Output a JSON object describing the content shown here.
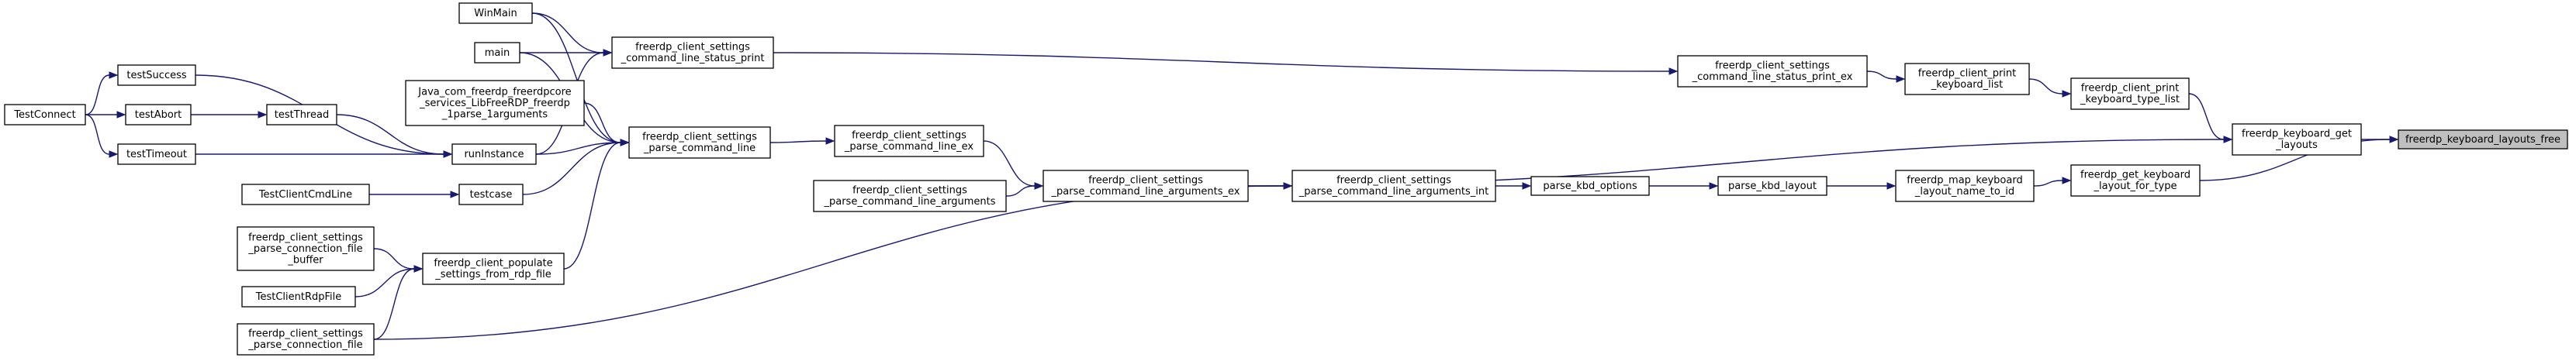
{
  "graph": {
    "edge_color": "#191970",
    "root_fill": "#bfbfbf",
    "nodes": [
      {
        "id": "root",
        "lines": [
          "freerdp_keyboard_layouts_free"
        ],
        "root": true
      },
      {
        "id": "get_layouts",
        "lines": [
          "freerdp_keyboard_get",
          "_layouts"
        ]
      },
      {
        "id": "get_layout_for_type",
        "lines": [
          "freerdp_get_keyboard",
          "_layout_for_type"
        ]
      },
      {
        "id": "print_type_list",
        "lines": [
          "freerdp_client_print",
          "_keyboard_type_list"
        ]
      },
      {
        "id": "print_list",
        "lines": [
          "freerdp_client_print",
          "_keyboard_list"
        ]
      },
      {
        "id": "status_print_ex",
        "lines": [
          "freerdp_client_settings",
          "_command_line_status_print_ex"
        ]
      },
      {
        "id": "map_name_to_id",
        "lines": [
          "freerdp_map_keyboard",
          "_layout_name_to_id"
        ]
      },
      {
        "id": "parse_kbd_layout",
        "lines": [
          "parse_kbd_layout"
        ]
      },
      {
        "id": "parse_kbd_options",
        "lines": [
          "parse_kbd_options"
        ]
      },
      {
        "id": "args_int",
        "lines": [
          "freerdp_client_settings",
          "_parse_command_line_arguments_int"
        ]
      },
      {
        "id": "args_ex",
        "lines": [
          "freerdp_client_settings",
          "_parse_command_line_arguments_ex"
        ]
      },
      {
        "id": "args",
        "lines": [
          "freerdp_client_settings",
          "_parse_command_line_arguments"
        ]
      },
      {
        "id": "cmdline_ex",
        "lines": [
          "freerdp_client_settings",
          "_parse_command_line_ex"
        ]
      },
      {
        "id": "cmdline",
        "lines": [
          "freerdp_client_settings",
          "_parse_command_line"
        ]
      },
      {
        "id": "status_print",
        "lines": [
          "freerdp_client_settings",
          "_command_line_status_print"
        ]
      },
      {
        "id": "winmain",
        "lines": [
          "WinMain"
        ]
      },
      {
        "id": "main",
        "lines": [
          "main"
        ]
      },
      {
        "id": "java",
        "lines": [
          "Java_com_freerdp_freerdpcore",
          "_services_LibFreeRDP_freerdp",
          "_1parse_1arguments"
        ]
      },
      {
        "id": "runinstance",
        "lines": [
          "runInstance"
        ]
      },
      {
        "id": "testcase",
        "lines": [
          "testcase"
        ]
      },
      {
        "id": "testclientcmdline",
        "lines": [
          "TestClientCmdLine"
        ]
      },
      {
        "id": "testthread",
        "lines": [
          "testThread"
        ]
      },
      {
        "id": "testsuccess",
        "lines": [
          "testSuccess"
        ]
      },
      {
        "id": "testabort",
        "lines": [
          "testAbort"
        ]
      },
      {
        "id": "testtimeout",
        "lines": [
          "testTimeout"
        ]
      },
      {
        "id": "testconnect",
        "lines": [
          "TestConnect"
        ]
      },
      {
        "id": "populate",
        "lines": [
          "freerdp_client_populate",
          "_settings_from_rdp_file"
        ]
      },
      {
        "id": "conn_file_buffer",
        "lines": [
          "freerdp_client_settings",
          "_parse_connection_file",
          "_buffer"
        ]
      },
      {
        "id": "testclientrdpfile",
        "lines": [
          "TestClientRdpFile"
        ]
      },
      {
        "id": "conn_file",
        "lines": [
          "freerdp_client_settings",
          "_parse_connection_file"
        ]
      }
    ],
    "edges": [
      [
        "root",
        "get_layouts"
      ],
      [
        "root",
        "get_layout_for_type"
      ],
      [
        "get_layouts",
        "print_type_list"
      ],
      [
        "get_layouts",
        "args_ex"
      ],
      [
        "get_layout_for_type",
        "map_name_to_id"
      ],
      [
        "print_type_list",
        "print_list"
      ],
      [
        "print_list",
        "status_print_ex"
      ],
      [
        "status_print_ex",
        "status_print"
      ],
      [
        "map_name_to_id",
        "parse_kbd_layout"
      ],
      [
        "parse_kbd_layout",
        "parse_kbd_options"
      ],
      [
        "parse_kbd_options",
        "args_int"
      ],
      [
        "args_int",
        "args_ex"
      ],
      [
        "args_int",
        "conn_file"
      ],
      [
        "args_ex",
        "cmdline_ex"
      ],
      [
        "args_ex",
        "args"
      ],
      [
        "cmdline_ex",
        "cmdline"
      ],
      [
        "cmdline",
        "winmain"
      ],
      [
        "cmdline",
        "main"
      ],
      [
        "cmdline",
        "java"
      ],
      [
        "cmdline",
        "runinstance"
      ],
      [
        "cmdline",
        "testcase"
      ],
      [
        "cmdline",
        "populate"
      ],
      [
        "status_print",
        "winmain"
      ],
      [
        "status_print",
        "main"
      ],
      [
        "status_print",
        "runinstance"
      ],
      [
        "runinstance",
        "testsuccess"
      ],
      [
        "runinstance",
        "testthread"
      ],
      [
        "runinstance",
        "testtimeout"
      ],
      [
        "testthread",
        "testabort"
      ],
      [
        "testsuccess",
        "testconnect"
      ],
      [
        "testabort",
        "testconnect"
      ],
      [
        "testtimeout",
        "testconnect"
      ],
      [
        "testcase",
        "testclientcmdline"
      ],
      [
        "populate",
        "conn_file_buffer"
      ],
      [
        "populate",
        "testclientrdpfile"
      ],
      [
        "populate",
        "conn_file"
      ]
    ]
  }
}
